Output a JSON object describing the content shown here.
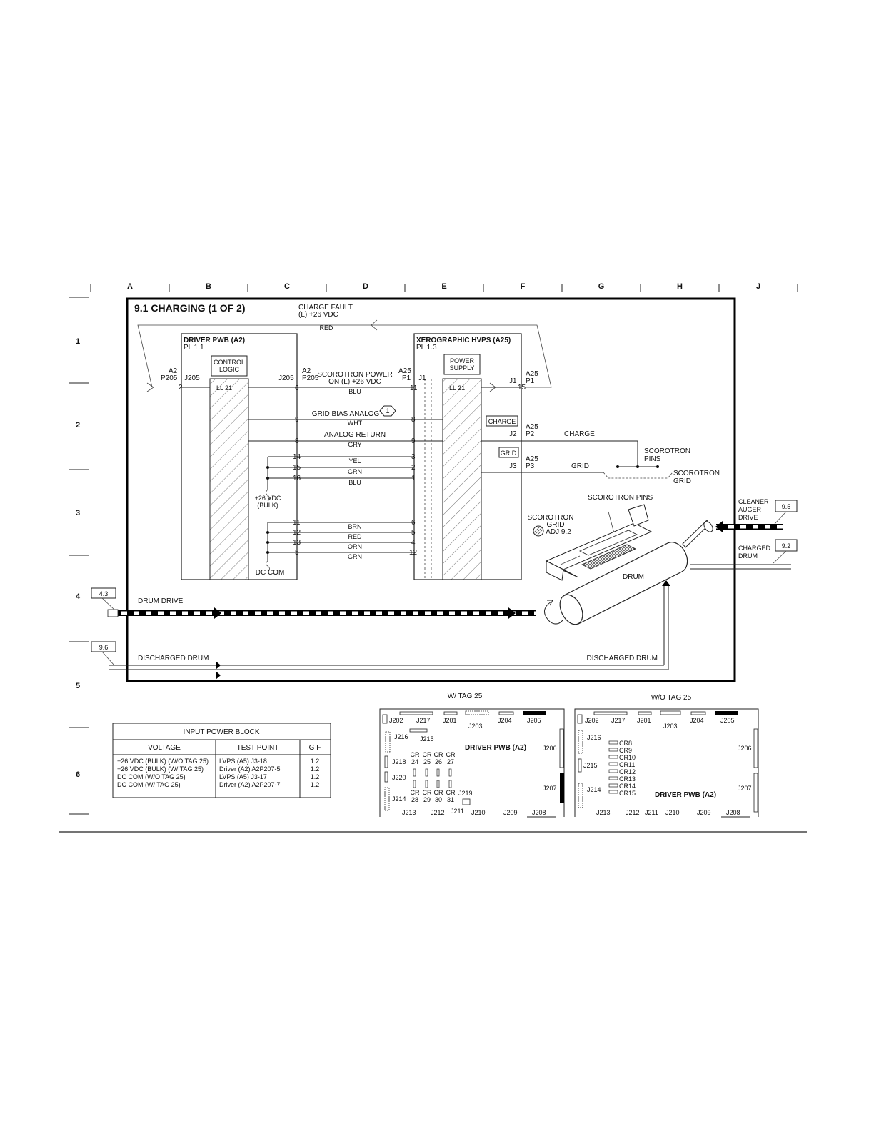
{
  "page": {
    "title": "9.1 CHARGING (1 OF 2)"
  },
  "grid": {
    "columns": [
      "A",
      "B",
      "C",
      "D",
      "E",
      "F",
      "G",
      "H",
      "J"
    ],
    "rows": [
      "1",
      "2",
      "3",
      "4",
      "5",
      "6"
    ]
  },
  "charge_fault": {
    "line1": "CHARGE FAULT",
    "line2": "(L) +26 VDC",
    "wire": "RED"
  },
  "driver_pwb": {
    "name": "DRIVER PWB (A2)",
    "pl": "PL 1.1",
    "control_logic_1": "CONTROL",
    "control_logic_2": "LOGIC",
    "ll": "LL 21",
    "a2": "A2",
    "p205": "P205",
    "j205": "J205",
    "pin_in": "2",
    "dc_com": "DC COM",
    "bulk_1": "+26 VDC",
    "bulk_2": "(BULK)"
  },
  "hvps": {
    "name": "XEROGRAPHIC HVPS (A25)",
    "pl": "PL 1.3",
    "ps_1": "POWER",
    "ps_2": "SUPPLY",
    "ll": "LL 21",
    "a25": "A25",
    "p1": "P1",
    "j1": "J1",
    "charge_btn": "CHARGE",
    "grid_btn": "GRID",
    "j2": "J2",
    "p2": "P2",
    "j3": "J3",
    "p3": "P3",
    "pin_out": "15"
  },
  "signals": [
    {
      "label": "SCOROTRON POWER",
      "label2": "ON (L) +26 VDC",
      "wire": "BLU",
      "left_pin": "6",
      "right_pin": "11"
    },
    {
      "label": "GRID BIAS ANALOG",
      "wire": "WHT",
      "left_pin": "9",
      "right_pin": "8",
      "tag": "1"
    },
    {
      "label": "ANALOG RETURN",
      "wire": "GRY",
      "left_pin": "8",
      "right_pin": "9"
    }
  ],
  "bulk_wires": [
    {
      "wire": "YEL",
      "left_pin": "14",
      "right_pin": "3"
    },
    {
      "wire": "GRN",
      "left_pin": "15",
      "right_pin": "2"
    },
    {
      "wire": "BLU",
      "left_pin": "16",
      "right_pin": "1"
    }
  ],
  "com_wires": [
    {
      "wire": "BRN",
      "left_pin": "11",
      "right_pin": "6"
    },
    {
      "wire": "RED",
      "left_pin": "12",
      "right_pin": "5"
    },
    {
      "wire": "ORN",
      "left_pin": "13",
      "right_pin": "4"
    },
    {
      "wire": "GRN",
      "left_pin": "5",
      "right_pin": "12"
    }
  ],
  "scorotron": {
    "charge": "CHARGE",
    "grid": "GRID",
    "pins_1": "SCOROTRON",
    "pins_2": "PINS",
    "grid_1": "SCOROTRON",
    "grid_2": "GRID",
    "pins_label": "SCOROTRON PINS",
    "adj_1": "SCOROTRON",
    "adj_2": "GRID",
    "adj_3": "ADJ 9.2",
    "drum": "DRUM"
  },
  "drives": {
    "cleaner_1": "CLEANER",
    "cleaner_2": "AUGER",
    "cleaner_3": "DRIVE",
    "cleaner_ref": "9.5",
    "charged_1": "CHARGED",
    "charged_2": "DRUM",
    "charged_ref": "9.2",
    "drum_drive": "DRUM DRIVE",
    "drum_ref": "4.3",
    "discharged": "DISCHARGED DRUM",
    "discharged_right": "DISCHARGED DRUM",
    "discharged_ref": "9.6"
  },
  "power_block": {
    "title": "INPUT POWER BLOCK",
    "headers": [
      "VOLTAGE",
      "TEST POINT",
      "G F"
    ],
    "rows": [
      [
        "+26 VDC (BULK) (W/O TAG 25)",
        "LVPS (A5) J3-18",
        "1.2"
      ],
      [
        "+26 VDC (BULK) (W/ TAG 25)",
        "Driver (A2) A2P207-5",
        "1.2"
      ],
      [
        "DC COM (W/O TAG 25)",
        "LVPS (A5) J3-17",
        "1.2"
      ],
      [
        "DC COM (W/ TAG 25)",
        "Driver (A2) A2P207-7",
        "1.2"
      ]
    ]
  },
  "board_with": {
    "caption": "W/ TAG 25",
    "name": "DRIVER PWB (A2)",
    "top": [
      "J202",
      "J217",
      "J201",
      "J203",
      "J204",
      "J205"
    ],
    "left": [
      "J216",
      "J215",
      "J218",
      "J220",
      "J214"
    ],
    "right": [
      "J206",
      "J207"
    ],
    "bottom": [
      "J213",
      "J212",
      "J211",
      "J210",
      "J209",
      "J208"
    ],
    "cr_top_a": [
      "CR",
      "CR",
      "CR",
      "CR"
    ],
    "cr_top_b": [
      "24",
      "25",
      "26",
      "27"
    ],
    "cr_bot_a": [
      "CR",
      "CR",
      "CR",
      "CR"
    ],
    "cr_bot_b": [
      "28",
      "29",
      "30",
      "31"
    ],
    "j219": "J219"
  },
  "board_without": {
    "caption": "W/O TAG 25",
    "name": "DRIVER PWB (A2)",
    "top": [
      "J202",
      "J217",
      "J201",
      "J203",
      "J204",
      "J205"
    ],
    "left": [
      "J216",
      "J215",
      "J214"
    ],
    "right": [
      "J206",
      "J207"
    ],
    "bottom": [
      "J213",
      "J212",
      "J211",
      "J210",
      "J209",
      "J208"
    ],
    "cr": [
      "CR8",
      "CR9",
      "CR10",
      "CR11",
      "CR12",
      "CR13",
      "CR14",
      "CR15"
    ]
  }
}
